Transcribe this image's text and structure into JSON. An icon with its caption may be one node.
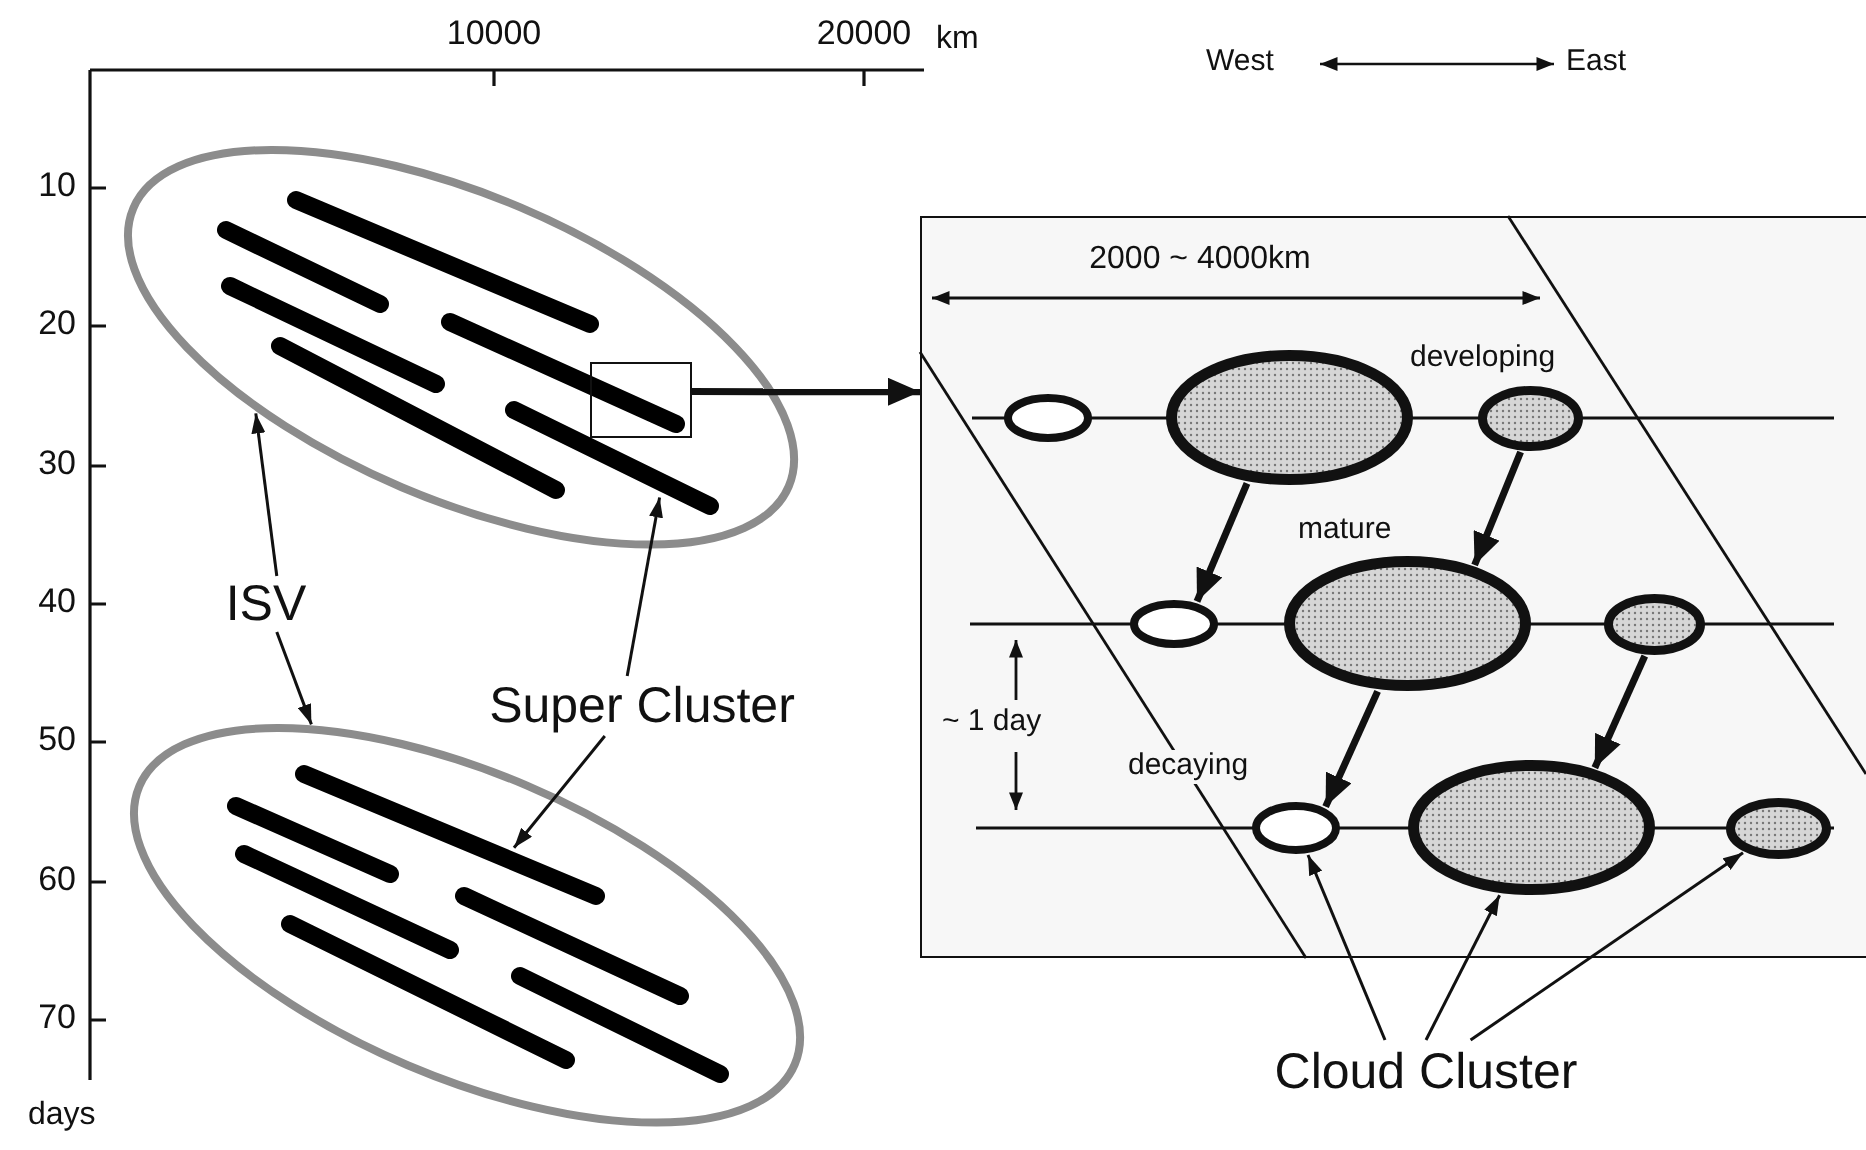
{
  "diagram": {
    "nodes": [
      {
        "text": [],
        "shape": "ellipse"
      },
      {
        "text": [],
        "shape": "bar",
        "in": 0
      },
      {
        "text": [],
        "shape": "bar",
        "in": 0
      },
      {
        "text": [],
        "shape": "bar",
        "in": 0
      },
      {
        "text": [],
        "shape": "bar",
        "in": 0
      },
      {
        "text": [],
        "shape": "bar",
        "in": 0
      },
      {
        "text": [],
        "shape": "bar",
        "in": 0
      },
      {
        "text": [],
        "shape": "box",
        "in": 0
      },
      {
        "text": [],
        "shape": "box"
      },
      {
        "text": [],
        "shape": "ellipse",
        "in": 8
      },
      {
        "text": [],
        "shape": "ellipse",
        "in": 8
      },
      {
        "text": [],
        "shape": "ellipse",
        "in": 8,
        "beside": [
          "developing"
        ]
      },
      {
        "text": [],
        "shape": "ellipse",
        "in": 8
      },
      {
        "text": [],
        "shape": "ellipse",
        "in": 8,
        "beside": [
          "mature"
        ]
      },
      {
        "text": [],
        "shape": "ellipse",
        "in": 8
      },
      {
        "text": [],
        "shape": "ellipse",
        "in": 8,
        "beside": [
          "decaying"
        ]
      },
      {
        "text": [],
        "shape": "ellipse",
        "in": 8
      },
      {
        "text": [],
        "shape": "ellipse",
        "in": 8
      },
      {
        "text": [
          "ISV"
        ]
      },
      {
        "text": [
          "Super Cluster"
        ]
      },
      {
        "text": [],
        "shape": "ellipse"
      },
      {
        "text": [],
        "shape": "bar",
        "in": 20
      },
      {
        "text": [],
        "shape": "bar",
        "in": 20
      },
      {
        "text": [],
        "shape": "bar",
        "in": 20
      },
      {
        "text": [],
        "shape": "bar",
        "in": 20
      },
      {
        "text": [],
        "shape": "bar",
        "in": 20
      },
      {
        "text": [],
        "shape": "bar",
        "in": 20
      },
      {
        "text": [
          "Cloud Cluster"
        ]
      }
    ],
    "edges": [
      {
        "from": 18,
        "to": 0,
        "arrow": "to"
      },
      {
        "from": 18,
        "to": 20,
        "arrow": "to"
      },
      {
        "from": 19,
        "to": 6,
        "arrow": "to"
      },
      {
        "from": 19,
        "to": 21,
        "arrow": "to"
      },
      {
        "from": 7,
        "to": 8,
        "arrow": "to",
        "style": "thick"
      },
      {
        "from": 10,
        "to": 12,
        "arrow": "to",
        "style": "thick"
      },
      {
        "from": 11,
        "to": 13,
        "arrow": "to",
        "style": "thick"
      },
      {
        "from": 13,
        "to": 15,
        "arrow": "to",
        "style": "thick"
      },
      {
        "from": 14,
        "to": 16,
        "arrow": "to",
        "style": "thick"
      },
      {
        "from": 27,
        "to": 15,
        "arrow": "to"
      },
      {
        "from": 27,
        "to": 16,
        "arrow": "to"
      },
      {
        "from": 27,
        "to": 17,
        "arrow": "to"
      }
    ],
    "labels": [
      "10000",
      "20000",
      "km",
      "10",
      "20",
      "30",
      "40",
      "50",
      "60",
      "70",
      "days",
      "West",
      "East",
      "2000 ~ 4000km",
      "~ 1 day"
    ]
  }
}
